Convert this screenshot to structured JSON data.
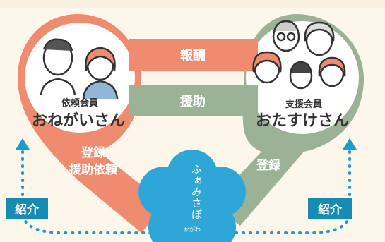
{
  "colors": {
    "background": "#fdf6ea",
    "requester": "#ef8b6e",
    "supporter": "#9bb297",
    "center": "#2ea7d8",
    "intro_box": "#168bb3",
    "dots": "#1b9ccf",
    "text_dark": "#333333",
    "white": "#ffffff"
  },
  "requester": {
    "role": "依頼会員",
    "name": "おねがいさん",
    "action_line1": "登録",
    "action_line2": "援助依頼"
  },
  "supporter": {
    "role": "支援会員",
    "name": "おたすけさん",
    "action": "登録"
  },
  "band_top": {
    "label": "報酬"
  },
  "band_bottom": {
    "label": "援助"
  },
  "center": {
    "name": "ふぁみさぽ",
    "sub": "かがわ"
  },
  "intro_left": {
    "label": "紹介"
  },
  "intro_right": {
    "label": "紹介"
  }
}
